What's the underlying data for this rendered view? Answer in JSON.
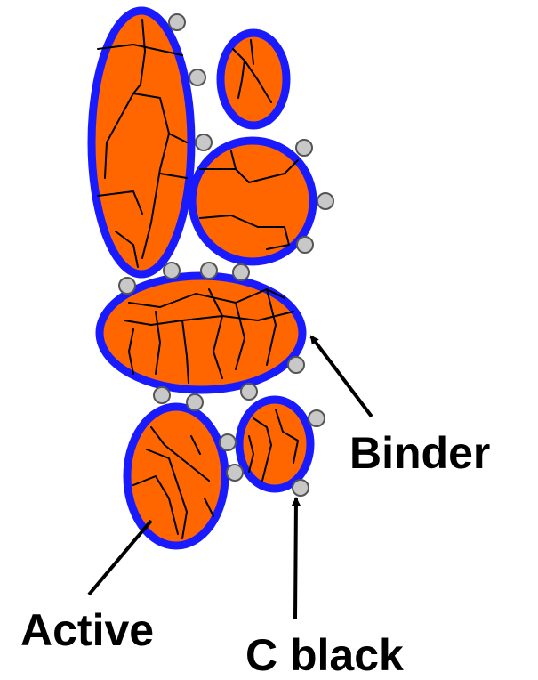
{
  "labels": {
    "binder": "Binder",
    "active": "Active",
    "carbon_black": "C black"
  },
  "colors": {
    "active_particle": "#ff6600",
    "binder_shell": "#1a1aff",
    "carbon_black": "#c8c8c8",
    "crack": "#000000"
  }
}
